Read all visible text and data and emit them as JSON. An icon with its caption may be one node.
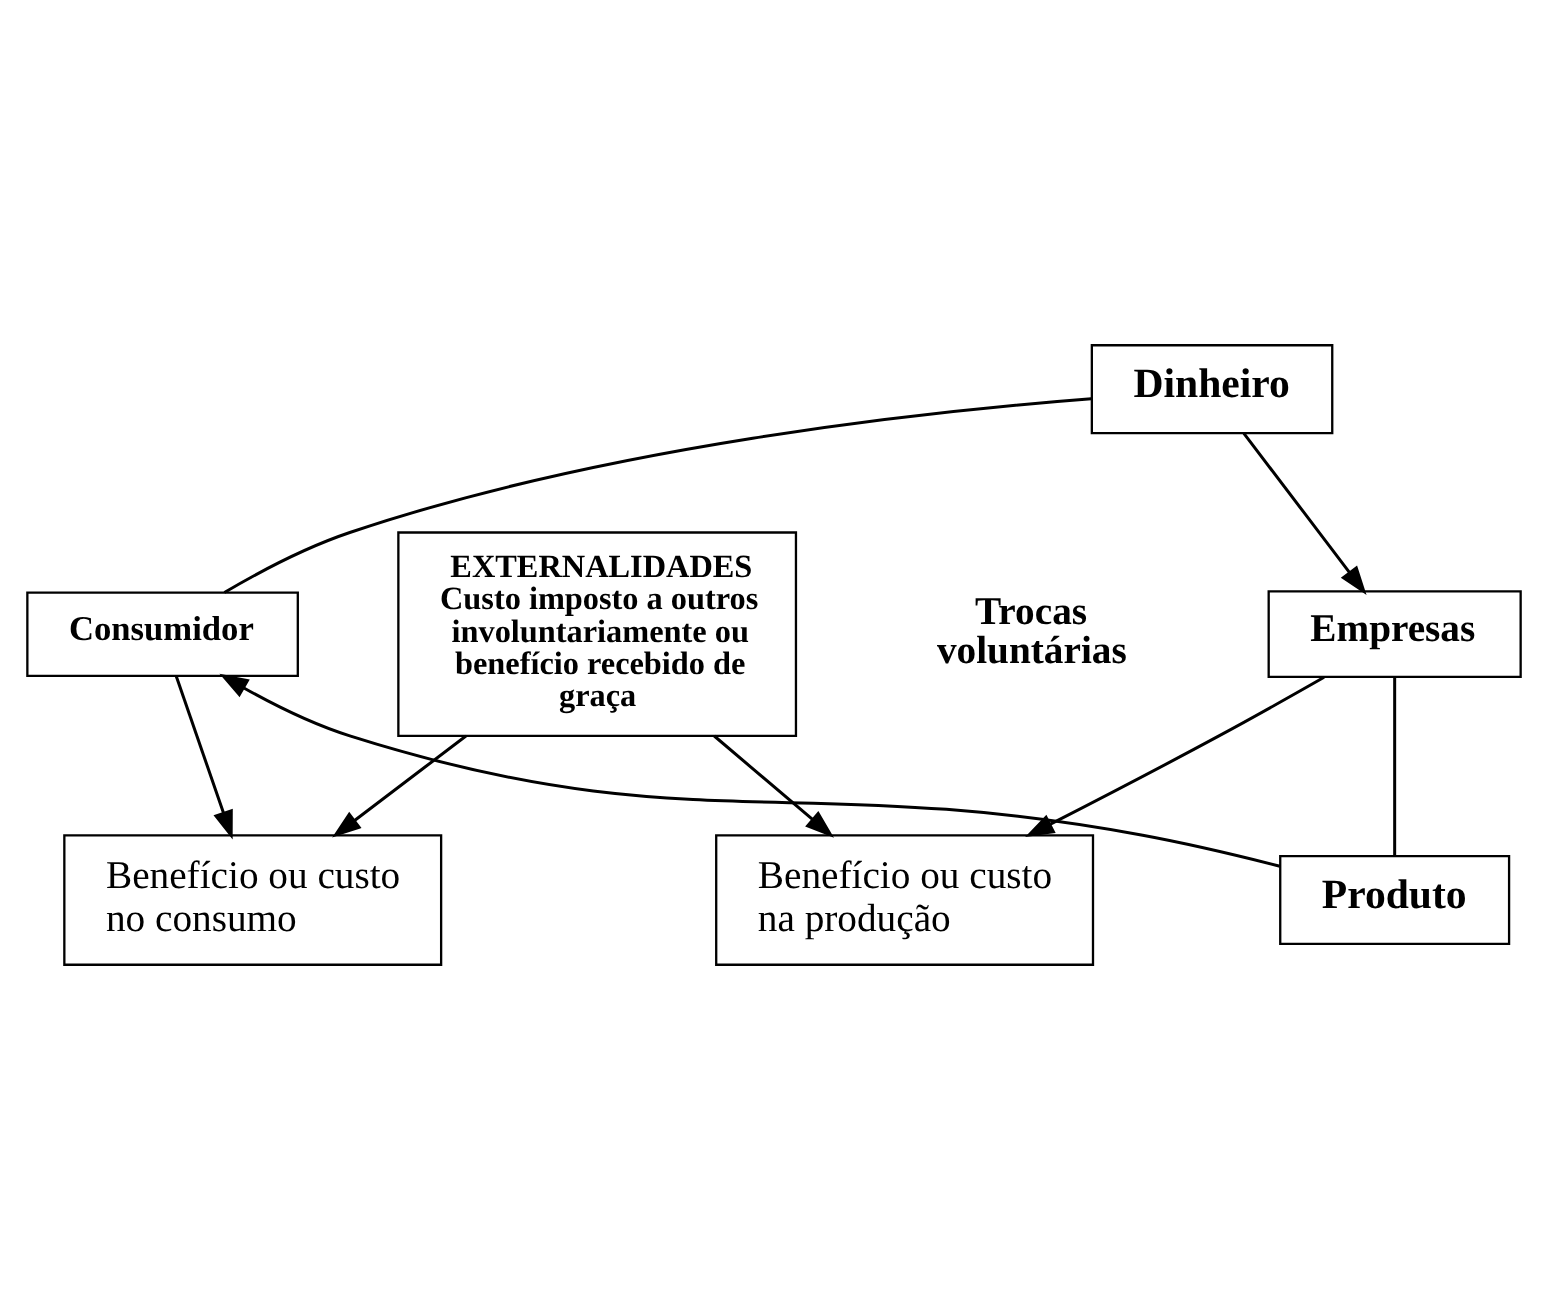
{
  "diagram": {
    "nodes": [
      {
        "text": [
          "Dinheiro"
        ]
      },
      {
        "text": [
          "Consumidor"
        ]
      },
      {
        "text": [
          "Empresas"
        ]
      },
      {
        "text": [
          "Produto"
        ]
      },
      {
        "text": [
          "Benefício ou custo no consumo"
        ]
      },
      {
        "text": [
          "Benefício ou custo na produção"
        ]
      },
      {
        "text": [
          "EXTERNALIDADES",
          "Custo imposto a outros involuntariamente ou benefício recebido de graça"
        ]
      }
    ],
    "edges": [
      {
        "from": 1,
        "to": 0,
        "arrow": "none"
      },
      {
        "from": 0,
        "to": 2,
        "arrow": "to"
      },
      {
        "from": 2,
        "to": 3,
        "arrow": "none"
      },
      {
        "from": 3,
        "to": 1,
        "arrow": "to"
      },
      {
        "from": 1,
        "to": 4,
        "arrow": "to"
      },
      {
        "from": 2,
        "to": 5,
        "arrow": "to"
      },
      {
        "from": 6,
        "to": 4,
        "arrow": "to"
      },
      {
        "from": 6,
        "to": 5,
        "arrow": "to"
      }
    ],
    "labels": [
      "Trocas voluntárias"
    ]
  }
}
